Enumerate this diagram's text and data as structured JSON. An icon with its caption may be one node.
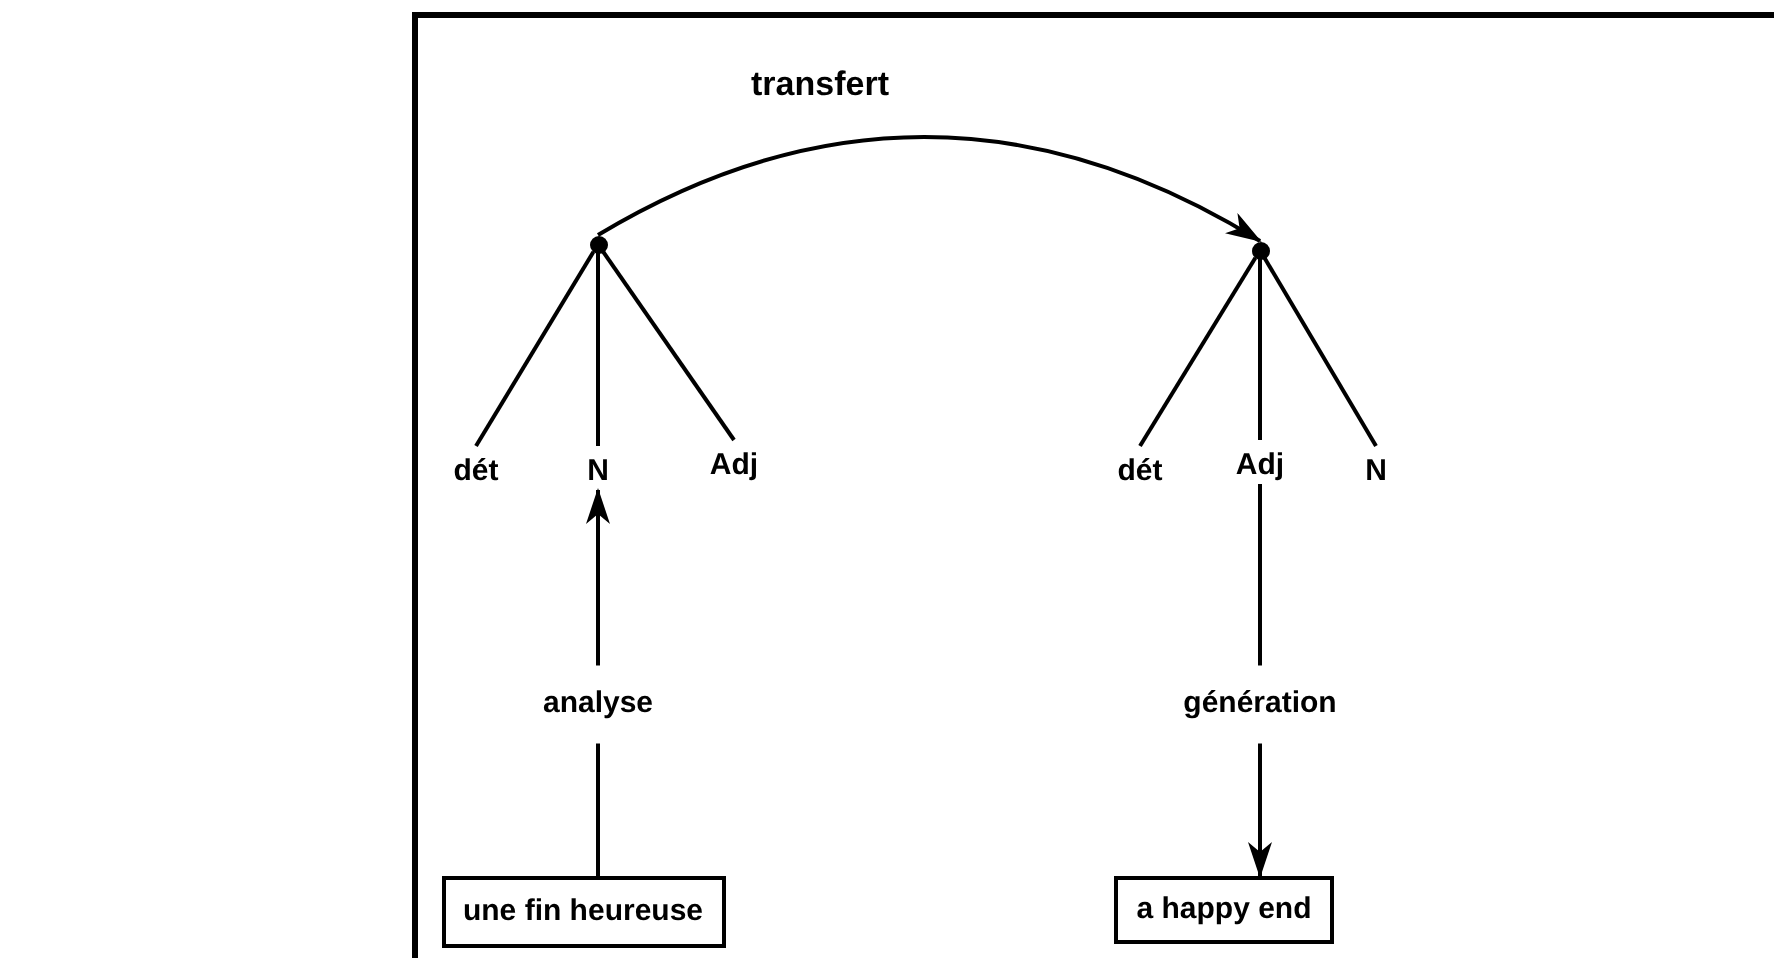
{
  "diagram": {
    "nodes": [
      {
        "text": [],
        "shape": "circle"
      },
      {
        "text": [
          "dét"
        ]
      },
      {
        "text": [
          "N"
        ]
      },
      {
        "text": [
          "Adj"
        ]
      },
      {
        "text": [],
        "shape": "circle"
      },
      {
        "text": [
          "dét"
        ]
      },
      {
        "text": [
          "Adj"
        ]
      },
      {
        "text": [
          "N"
        ]
      },
      {
        "text": [
          "une fin heureuse"
        ]
      },
      {
        "text": [
          "a happy end"
        ]
      }
    ],
    "edges": [
      {
        "from": 0,
        "to": 1,
        "arrow": "none"
      },
      {
        "from": 0,
        "to": 2,
        "arrow": "none"
      },
      {
        "from": 0,
        "to": 3,
        "arrow": "none"
      },
      {
        "from": 4,
        "to": 5,
        "arrow": "none"
      },
      {
        "from": 4,
        "to": 6,
        "arrow": "none"
      },
      {
        "from": 4,
        "to": 7,
        "arrow": "none"
      },
      {
        "from": 0,
        "to": 4,
        "label": "transfert",
        "arrow": "to"
      },
      {
        "from": 8,
        "to": 2,
        "label": "analyse",
        "arrow": "to"
      },
      {
        "from": 6,
        "to": 9,
        "label": "génération",
        "arrow": "to"
      }
    ]
  }
}
